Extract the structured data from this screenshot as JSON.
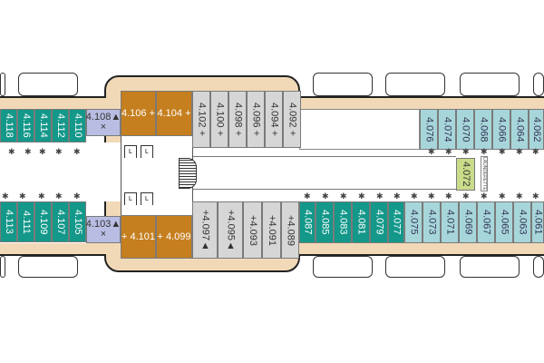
{
  "title": "Deck 4 plan",
  "colors": {
    "teal": "#13988a",
    "lavender": "#b9bde3",
    "orange": "#c57f1e",
    "gray": "#d6d6d6",
    "light_blue": "#a7d6da",
    "green": "#c9dc8a",
    "deck": "#f1d9b8"
  },
  "cabins": [
    {
      "label": "4.118",
      "type": "teal"
    },
    {
      "label": "4.116",
      "type": "teal"
    },
    {
      "label": "4.114",
      "type": "teal"
    },
    {
      "label": "4.112",
      "type": "teal"
    },
    {
      "label": "4.110",
      "type": "teal"
    },
    {
      "label": "4.108▲ ×",
      "type": "lav"
    },
    {
      "label": "4.106 +",
      "type": "org"
    },
    {
      "label": "4.104 +",
      "type": "org"
    },
    {
      "label": "4.102 +",
      "type": "gray"
    },
    {
      "label": "4.100 +",
      "type": "gray"
    },
    {
      "label": "4.098 +",
      "type": "gray"
    },
    {
      "label": "4.096 +",
      "type": "gray"
    },
    {
      "label": "4.094 +",
      "type": "gray"
    },
    {
      "label": "4.092 +",
      "type": "gray"
    },
    {
      "label": "4.076",
      "type": "lblue"
    },
    {
      "label": "4.074",
      "type": "lblue"
    },
    {
      "label": "4.070",
      "type": "lblue"
    },
    {
      "label": "4.068",
      "type": "lblue"
    },
    {
      "label": "4.066",
      "type": "lblue"
    },
    {
      "label": "4.064",
      "type": "lblue"
    },
    {
      "label": "4.062",
      "type": "lblue"
    },
    {
      "label": "4.113",
      "type": "teal"
    },
    {
      "label": "4.111",
      "type": "teal"
    },
    {
      "label": "4.109",
      "type": "teal"
    },
    {
      "label": "4.107",
      "type": "teal"
    },
    {
      "label": "4.105",
      "type": "teal"
    },
    {
      "label": "4.103▲ ×",
      "type": "lav"
    },
    {
      "label": "+ 4.101",
      "type": "org"
    },
    {
      "label": "+ 4.099",
      "type": "org"
    },
    {
      "label": "+4.097▲",
      "type": "gray"
    },
    {
      "label": "+4.095▲",
      "type": "gray"
    },
    {
      "label": "+4.093",
      "type": "gray"
    },
    {
      "label": "+4.091",
      "type": "gray"
    },
    {
      "label": "+4.089",
      "type": "gray"
    },
    {
      "label": "4.087",
      "type": "teal"
    },
    {
      "label": "4.085",
      "type": "teal"
    },
    {
      "label": "4.083",
      "type": "teal"
    },
    {
      "label": "4.081",
      "type": "teal"
    },
    {
      "label": "4.079",
      "type": "teal"
    },
    {
      "label": "4.077",
      "type": "teal"
    },
    {
      "label": "4.075",
      "type": "lblue"
    },
    {
      "label": "4.073",
      "type": "lblue"
    },
    {
      "label": "4.071",
      "type": "lblue"
    },
    {
      "label": "4.069",
      "type": "lblue"
    },
    {
      "label": "4.067",
      "type": "lblue"
    },
    {
      "label": "4.065",
      "type": "lblue"
    },
    {
      "label": "4.063",
      "type": "lblue"
    },
    {
      "label": "4.061",
      "type": "lblue"
    },
    {
      "label": "4.072",
      "type": "green"
    }
  ],
  "launderette_label": "LAUNDERETTE",
  "lift_label": "L"
}
